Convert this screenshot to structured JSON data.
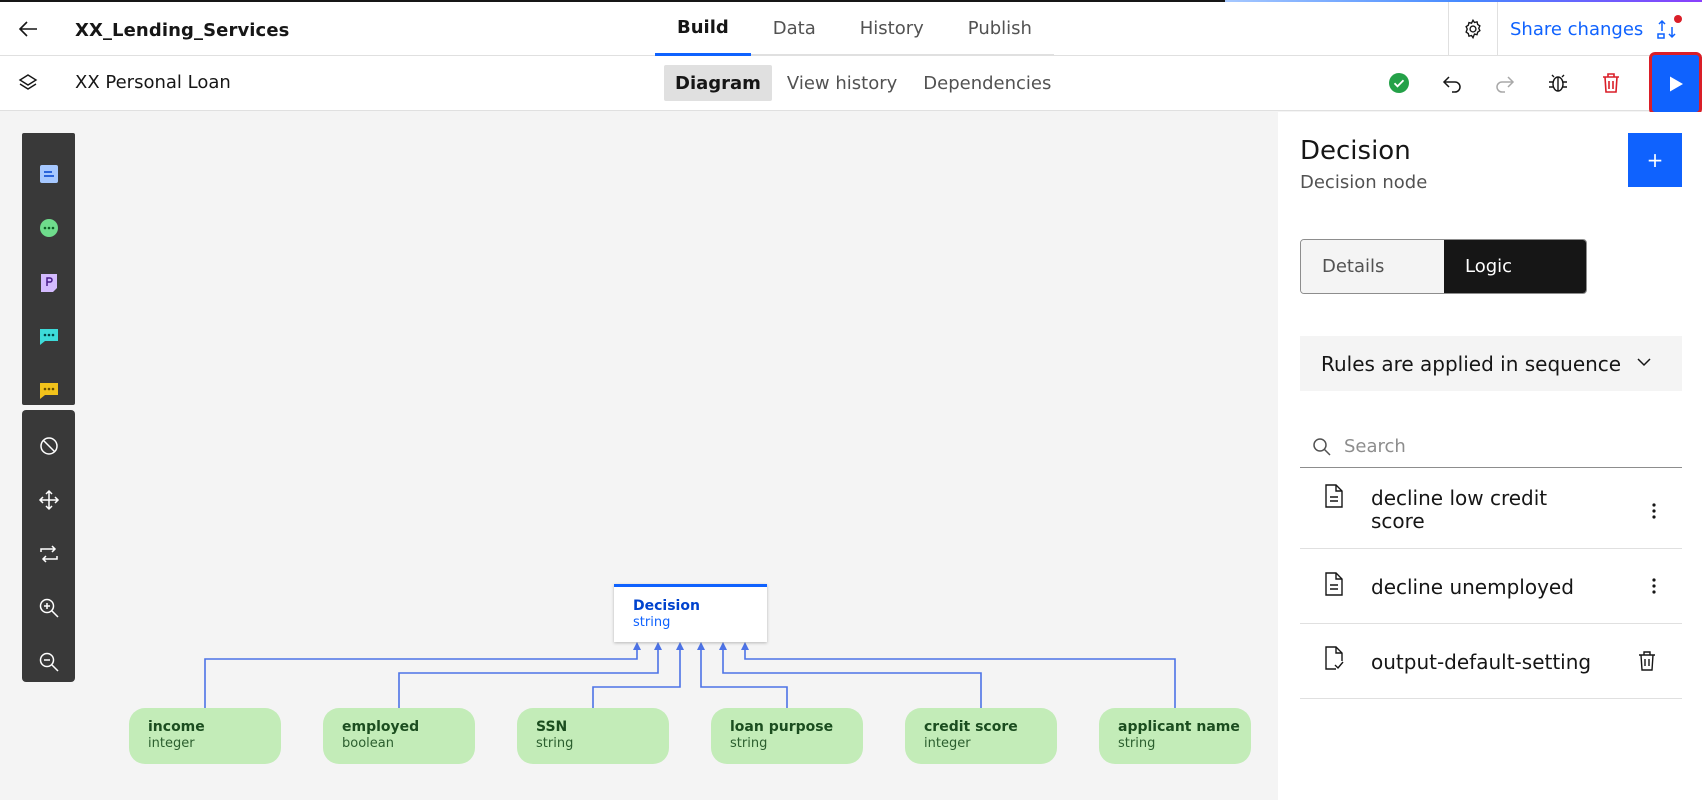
{
  "header": {
    "app_title": "XX_Lending_Services",
    "tabs": [
      {
        "label": "Build",
        "active": true
      },
      {
        "label": "Data",
        "active": false
      },
      {
        "label": "History",
        "active": false
      },
      {
        "label": "Publish",
        "active": false
      }
    ],
    "share_label": "Share changes"
  },
  "subheader": {
    "title": "XX Personal Loan",
    "view_tabs": [
      {
        "label": "Diagram",
        "active": true
      },
      {
        "label": "View history",
        "active": false
      },
      {
        "label": "Dependencies",
        "active": false
      }
    ],
    "status_color": "#24a148"
  },
  "diagram": {
    "decision": {
      "name": "Decision",
      "type": "string"
    },
    "inputs": [
      {
        "name": "income",
        "type": "integer"
      },
      {
        "name": "employed",
        "type": "boolean"
      },
      {
        "name": "SSN",
        "type": "string"
      },
      {
        "name": "loan purpose",
        "type": "string"
      },
      {
        "name": "credit score",
        "type": "integer"
      },
      {
        "name": "applicant name",
        "type": "string"
      }
    ],
    "edge_color": "#4d73e6",
    "input_color": "#c3ecb8"
  },
  "panel": {
    "title": "Decision",
    "subtitle": "Decision node",
    "add_label": "+",
    "segments": {
      "details": "Details",
      "logic": "Logic",
      "active": "Logic"
    },
    "rule_mode": "Rules are applied in sequence",
    "search_placeholder": "Search",
    "rules": [
      {
        "label": "decline low credit score",
        "icon": "document-icon",
        "action": "overflow-menu-icon"
      },
      {
        "label": "decline unemployed",
        "icon": "document-icon",
        "action": "overflow-menu-icon"
      },
      {
        "label": "output-default-setting",
        "icon": "document-check-icon",
        "action": "trash-icon"
      }
    ]
  },
  "colors": {
    "accent": "#0f62fe",
    "danger": "#da1e28",
    "toolbar_bg": "#393939"
  }
}
